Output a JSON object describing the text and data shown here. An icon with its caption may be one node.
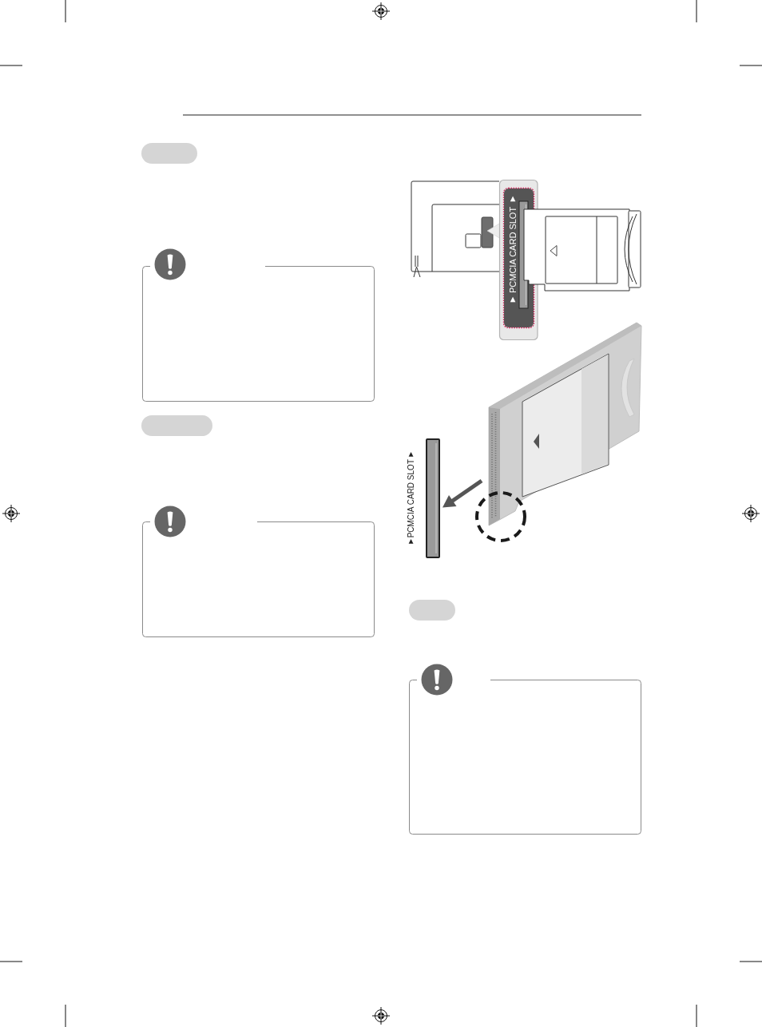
{
  "diagram": {
    "nodes": [
      {
        "text": [],
        "shape": "pill"
      },
      {
        "text": [],
        "shape": "box"
      },
      {
        "text": [],
        "shape": "pill"
      },
      {
        "text": [],
        "shape": "box"
      },
      {
        "text": [],
        "shape": "pill"
      },
      {
        "text": [],
        "shape": "box"
      }
    ],
    "labels": [
      "▼ PCMCIA CARD SLOT ▼",
      "▼PCMCIA CARD SLOT▼"
    ]
  }
}
